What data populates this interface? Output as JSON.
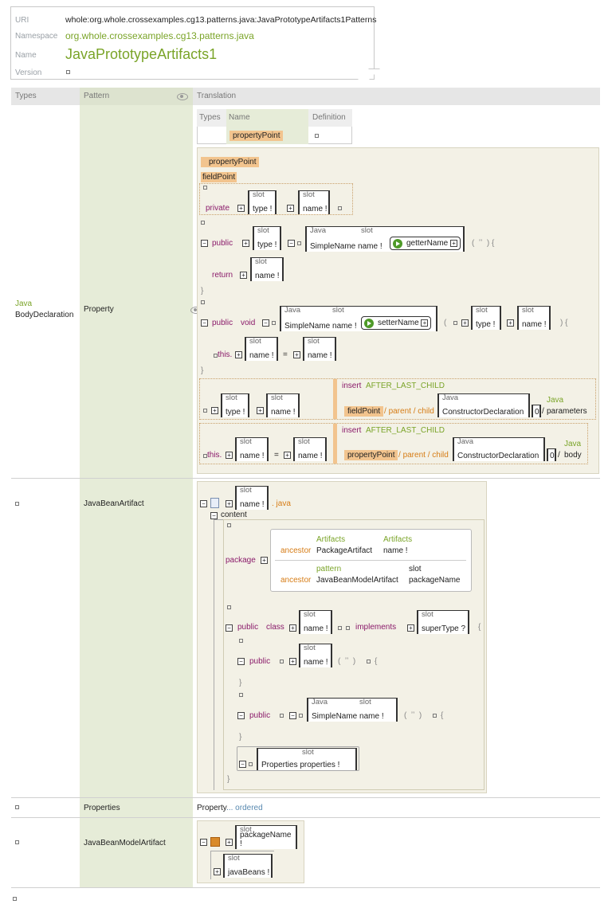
{
  "header": {
    "uri_label": "URI",
    "uri": "whole:org.whole.crossexamples.cg13.patterns.java:JavaPrototypeArtifacts1Patterns",
    "ns_label": "Namespace",
    "ns": "org.whole.crossexamples.cg13.patterns.java",
    "name_label": "Name",
    "name": "JavaPrototypeArtifacts1",
    "version_label": "Version"
  },
  "columns": {
    "types": "Types",
    "pattern": "Pattern",
    "translation": "Translation"
  },
  "inner_table": {
    "types": "Types",
    "name": "Name",
    "definition": "Definition",
    "row_name": "propertyPoint"
  },
  "row1": {
    "type1": "Java",
    "type2": "BodyDeclaration",
    "pattern": "Property"
  },
  "row2": {
    "pattern": "JavaBeanArtifact"
  },
  "row3": {
    "pattern": "Properties",
    "trans_a": "Property",
    "trans_b": "... ordered"
  },
  "row4": {
    "pattern": "JavaBeanModelArtifact"
  },
  "kw": {
    "private": "private",
    "public": "public",
    "return": "return",
    "void": "void",
    "this": "this.",
    "package": "package",
    "class": "class",
    "implements": "implements",
    "insert": "insert",
    "after": "AFTER_LAST_CHILD",
    "content": "content",
    "java_ext": ". java",
    "fieldPoint": "fieldPoint",
    "propertyPoint": "propertyPoint",
    "parent": "parent",
    "child": "child",
    "ancestor": "ancestor",
    "ordered": "ordered"
  },
  "slots": {
    "slot": "slot",
    "java": "Java",
    "type": "type !",
    "name": "name !",
    "simplename": "SimpleName name !",
    "getter": "getterName",
    "setter": "setterName",
    "ctor": "ConstructorDeclaration",
    "idx": "0",
    "params": "parameters",
    "body": "body",
    "artifacts": "Artifacts",
    "pkgart": "PackageArtifact",
    "pattern": "pattern",
    "jbma": "JavaBeanModelArtifact",
    "pkgname": "packageName",
    "supertype": "superType ?",
    "props": "Properties properties !",
    "pkgname2": "packageName !",
    "javabeans": "javaBeans !"
  }
}
